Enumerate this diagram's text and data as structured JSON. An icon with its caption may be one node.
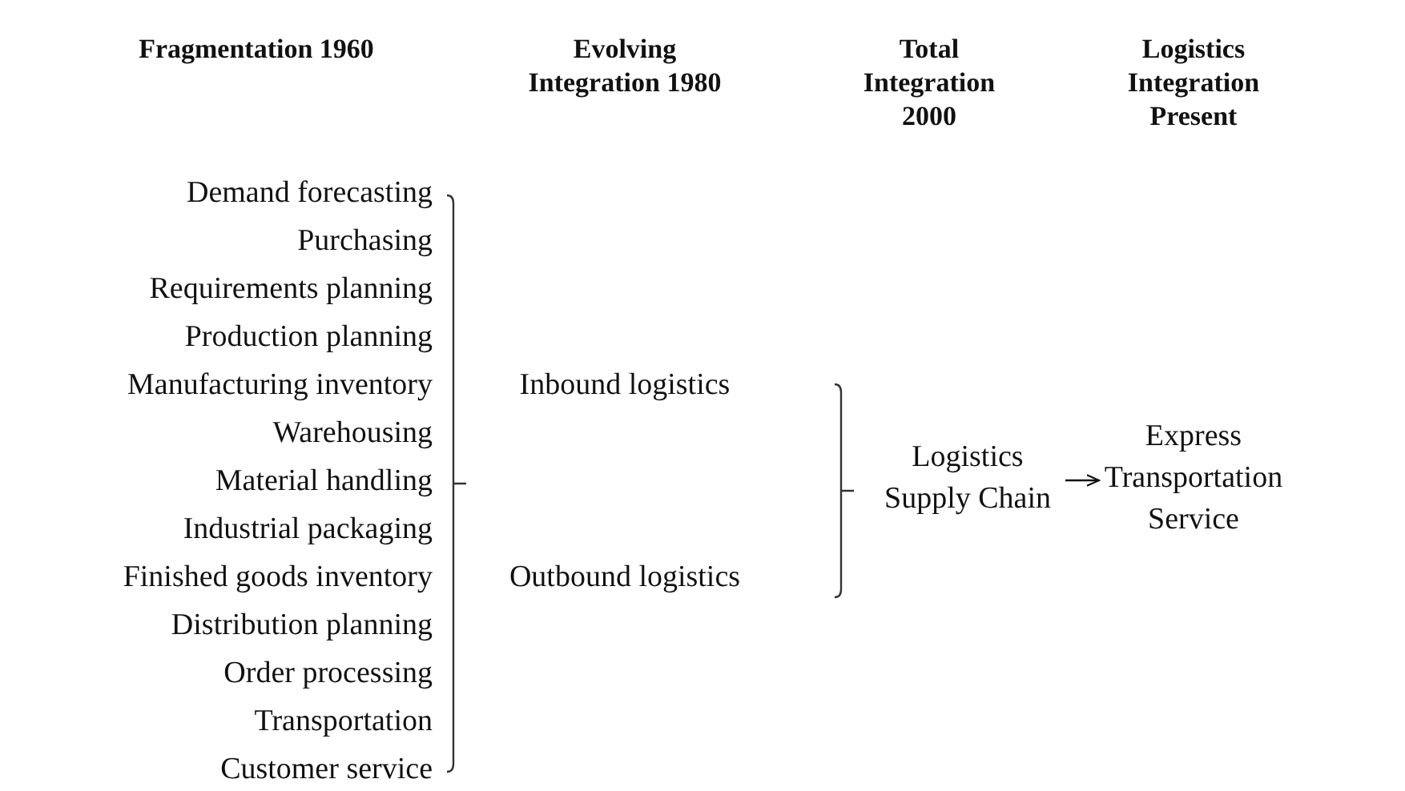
{
  "diagram": {
    "nodes": [
      {
        "text": [
          "Demand forecasting"
        ]
      },
      {
        "text": [
          "Purchasing"
        ]
      },
      {
        "text": [
          "Requirements planning"
        ]
      },
      {
        "text": [
          "Production planning"
        ]
      },
      {
        "text": [
          "Manufacturing inventory"
        ]
      },
      {
        "text": [
          "Warehousing"
        ]
      },
      {
        "text": [
          "Material handling"
        ]
      },
      {
        "text": [
          "Industrial packaging"
        ]
      },
      {
        "text": [
          "Finished goods inventory"
        ]
      },
      {
        "text": [
          "Distribution planning"
        ]
      },
      {
        "text": [
          "Order processing"
        ]
      },
      {
        "text": [
          "Transportation"
        ]
      },
      {
        "text": [
          "Customer service"
        ]
      },
      {
        "text": [
          "Inbound logistics"
        ]
      },
      {
        "text": [
          "Outbound logistics"
        ]
      },
      {
        "text": [
          "Logistics Supply Chain"
        ]
      },
      {
        "text": [
          "Express Transportation Service"
        ]
      }
    ],
    "edges": [
      {
        "from": 15,
        "to": 16,
        "arrow": "to"
      }
    ],
    "labels": [
      "Fragmentation 1960",
      "Evolving Integration 1980",
      "Total Integration 2000",
      "Logistics Integration Present"
    ]
  }
}
